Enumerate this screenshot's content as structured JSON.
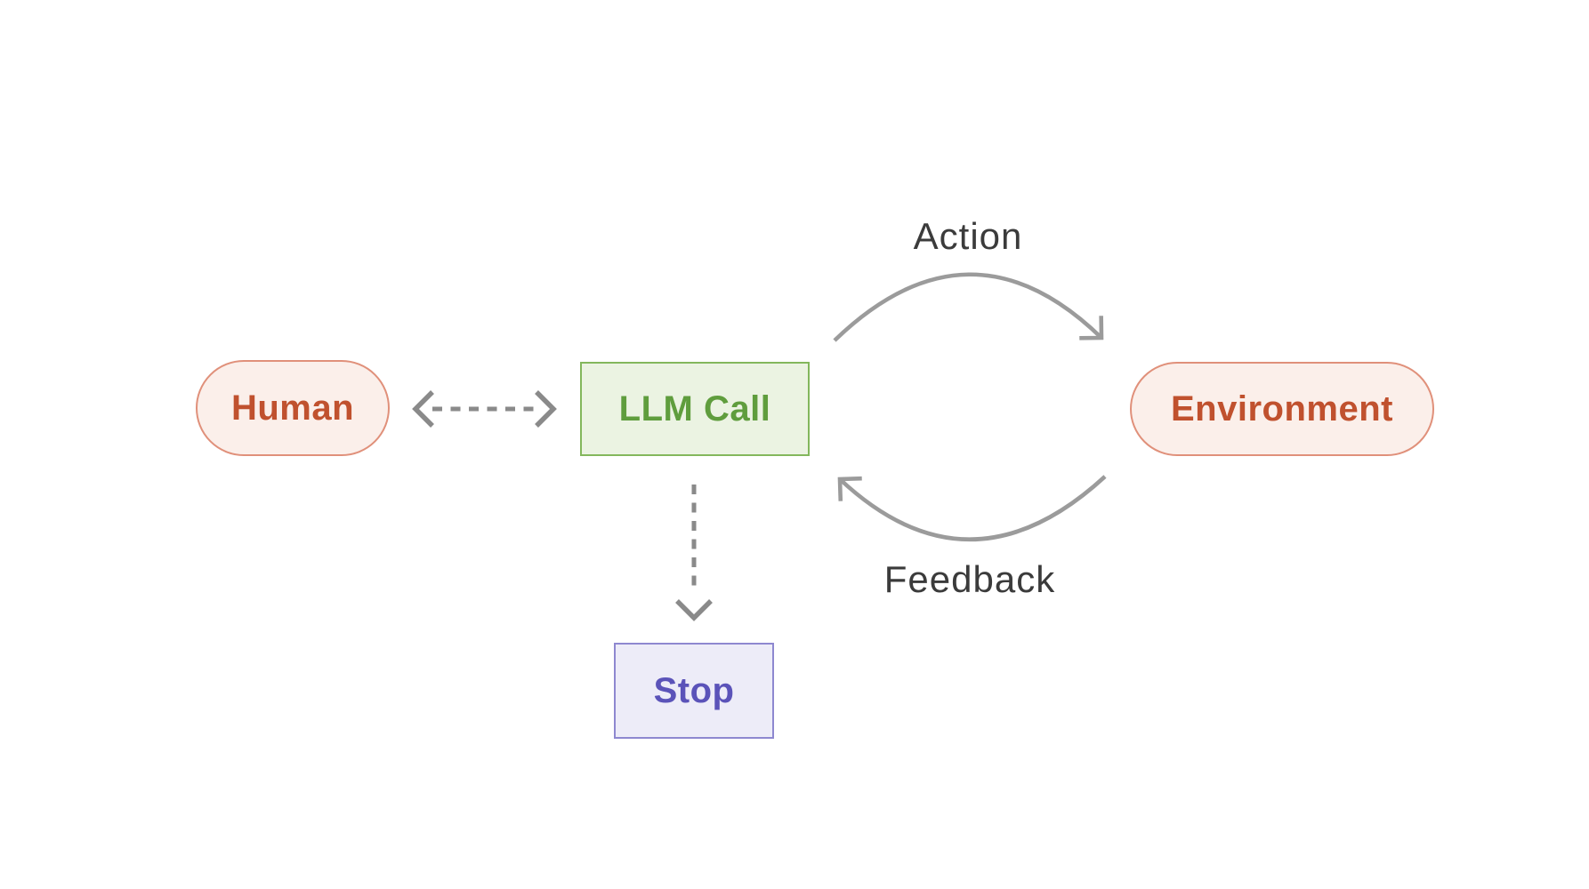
{
  "diagram": {
    "nodes": [
      {
        "id": "human",
        "label": "Human",
        "shape": "pill"
      },
      {
        "id": "llm_call",
        "label": "LLM Call",
        "shape": "rect"
      },
      {
        "id": "environment",
        "label": "Environment",
        "shape": "pill"
      },
      {
        "id": "stop",
        "label": "Stop",
        "shape": "rect"
      }
    ],
    "edges": [
      {
        "id": "human_llm",
        "from": "human",
        "to": "llm_call",
        "style": "dashed",
        "direction": "bidirectional",
        "label": ""
      },
      {
        "id": "action",
        "from": "llm_call",
        "to": "environment",
        "style": "solid-curve",
        "direction": "forward",
        "label": "Action"
      },
      {
        "id": "feedback",
        "from": "environment",
        "to": "llm_call",
        "style": "solid-curve",
        "direction": "forward",
        "label": "Feedback"
      },
      {
        "id": "llm_stop",
        "from": "llm_call",
        "to": "stop",
        "style": "dashed",
        "direction": "down",
        "label": ""
      }
    ]
  },
  "colors": {
    "background": "#ffffff",
    "pill_fill": "#fbefea",
    "pill_border": "#e0907a",
    "pill_text": "#c0512e",
    "llm_fill": "#ebf3e2",
    "llm_border": "#83b75c",
    "llm_text": "#5f9d3d",
    "stop_fill": "#edecf8",
    "stop_border": "#8e88d0",
    "stop_text": "#5b53b9",
    "arc_arrow": "#9b9b9b",
    "dashed_arrow": "#8a8a8a",
    "edge_label_text": "#3b3b3b"
  }
}
